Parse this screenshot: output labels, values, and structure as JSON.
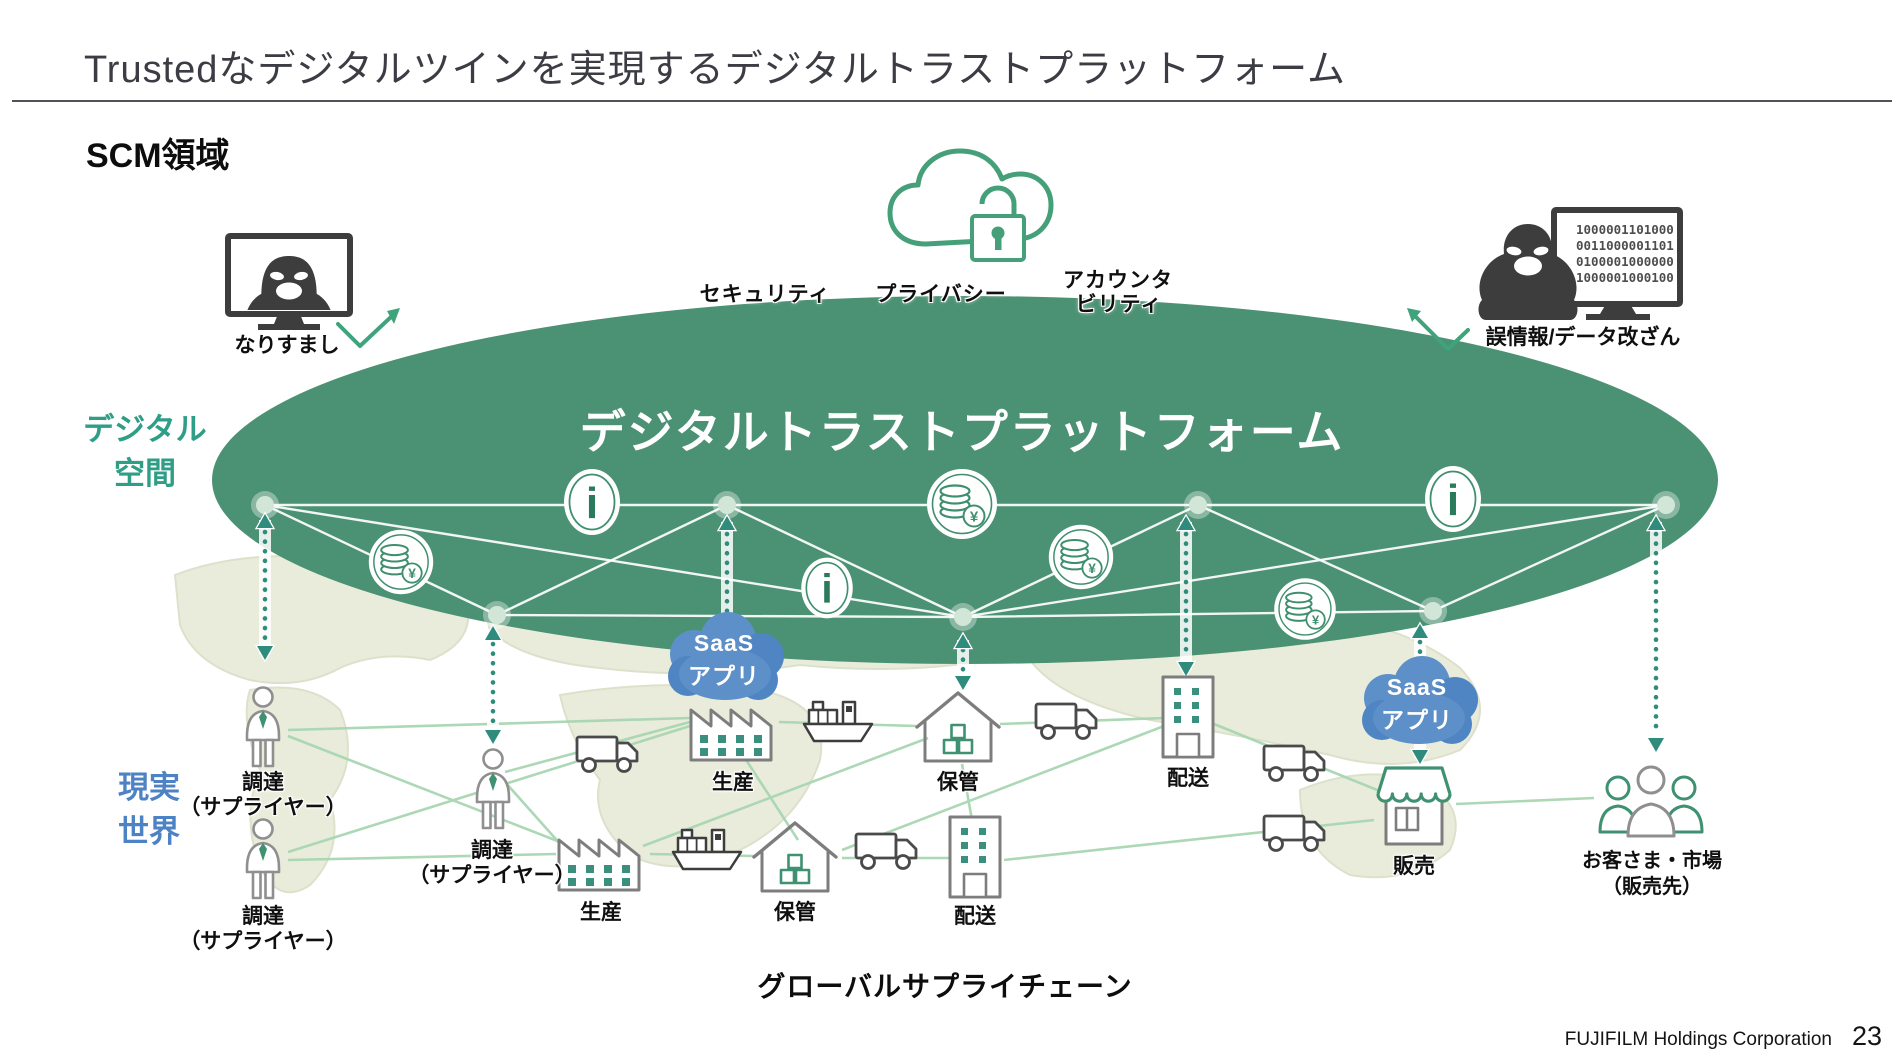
{
  "slide": {
    "title": "Trustedなデジタルツインを実現するデジタルトラストプラットフォーム",
    "section_label": "SCM領域",
    "footer_company": "FUJIFILM Holdings Corporation",
    "footer_page": "23"
  },
  "platform": {
    "name": "デジタルトラストプラットフォーム",
    "trust_labels": {
      "security": "セキュリティ",
      "privacy": "プライバシー",
      "accountability_line1": "アカウンタ",
      "accountability_line2": "ビリティ"
    }
  },
  "layers": {
    "digital_line1": "デジタル",
    "digital_line2": "空間",
    "real_line1": "現実",
    "real_line2": "世界"
  },
  "threats": {
    "impersonation": "なりすまし",
    "tampering": "誤情報/データ改ざん",
    "binary_lines": [
      "1000001101000",
      "0011000001101",
      "0100001000000",
      "1000001000100"
    ]
  },
  "saas1": {
    "line1": "SaaS",
    "line2": "アプリ"
  },
  "saas2": {
    "line1": "SaaS",
    "line2": "アプリ"
  },
  "supply_chain": {
    "caption": "グローバルサプライチェーン",
    "procurement1_line1": "調達",
    "procurement1_line2": "（サプライヤー）",
    "procurement2_line1": "調達",
    "procurement2_line2": "（サプライヤー）",
    "procurement3_line1": "調達",
    "procurement3_line2": "（サプライヤー）",
    "production1": "生産",
    "production2": "生産",
    "storage1": "保管",
    "storage2": "保管",
    "delivery1": "配送",
    "delivery2": "配送",
    "sales": "販売",
    "customer_line1": "お客さま・市場",
    "customer_line2": "（販売先）"
  },
  "icons": {
    "info_glyph": "i",
    "yen_glyph": "¥"
  },
  "colors": {
    "platform_green": "#4b9173",
    "digital_teal": "#2e9e87",
    "real_blue": "#4d82c4",
    "arrow_teal": "#2f8c7d",
    "saas_blue": "#5d90c8",
    "map_fill": "#e9ecda",
    "link_green": "#a8d6b2",
    "icon_dark": "#3d3d3d",
    "accent_green": "#3f9171"
  }
}
